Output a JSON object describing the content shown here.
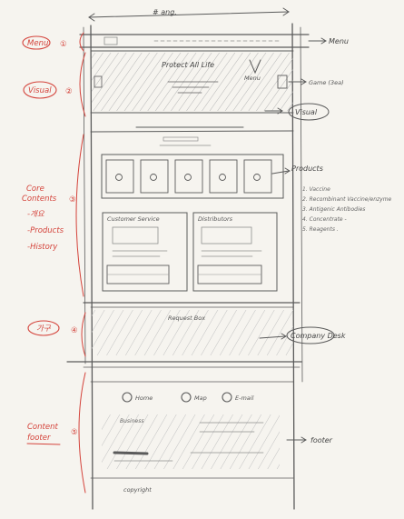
{
  "top_label": "# ang.",
  "left_labels": {
    "menu": "Menu",
    "visual": "Visual",
    "core": [
      "Core",
      "Contents"
    ],
    "core_items": [
      "-개요",
      "-Products",
      "-History"
    ],
    "notice": "가구",
    "footer": [
      "Content",
      "footer"
    ]
  },
  "circle_numbers": [
    "①",
    "②",
    "③",
    "④",
    "⑤"
  ],
  "wireframe": {
    "header_title": "Protect All Life",
    "menu_small": "Menu",
    "notice_box": "Request Box",
    "tab_left": "Customer Service",
    "tab_right": "Distributors",
    "footer_links": [
      "Home",
      "Map",
      "E-mail"
    ],
    "footer_left_label": "Business",
    "copyright": "copyright"
  },
  "right_labels": {
    "menu": "Menu",
    "game": "Game (3ea)",
    "visual": "Visual",
    "products": "Products",
    "product_items": [
      "1. Vaccine",
      "2. Recombinant Vaccine/enzyme",
      "3. Antigenic Antibodies",
      "4. Concentrate -",
      "5. Reagents ."
    ],
    "company": "Company Desk",
    "footer": "footer"
  },
  "colors": {
    "annotation_red": "#d4433b",
    "pencil": "#5b5b5b",
    "paper": "#f6f4ef"
  }
}
